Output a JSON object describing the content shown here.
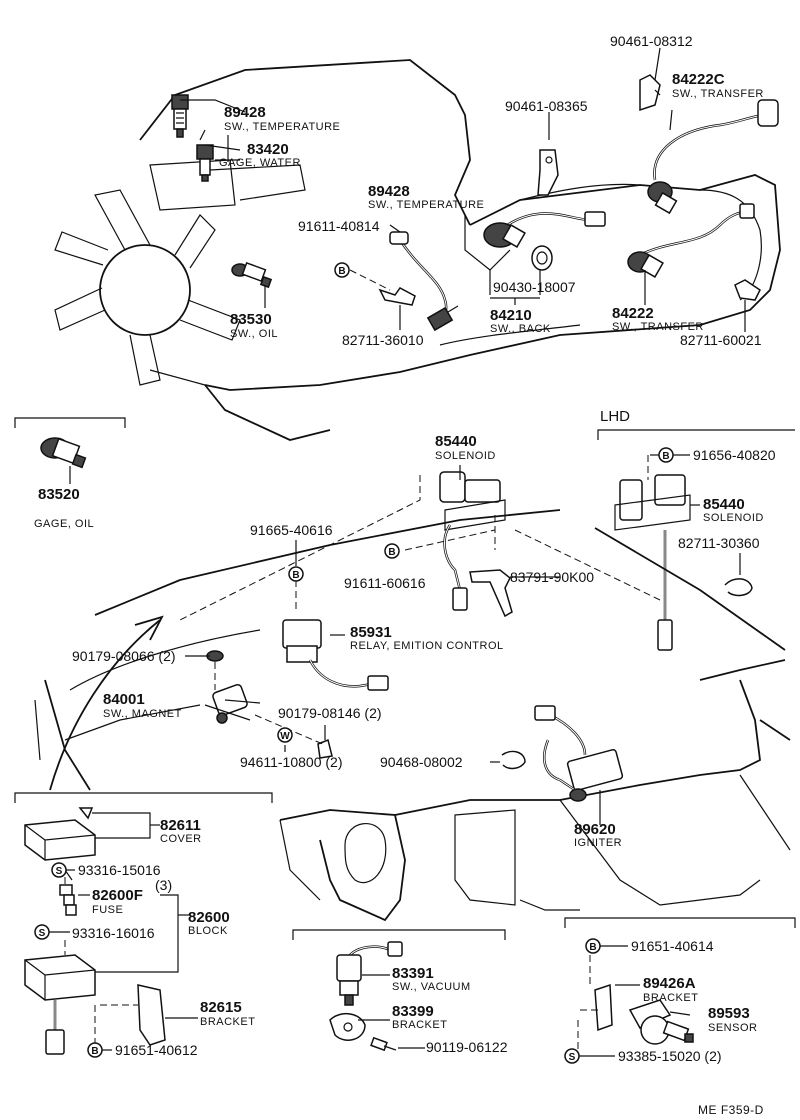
{
  "parts": {
    "p1": {
      "num": "90461-08312"
    },
    "p2": {
      "num": "84222C",
      "desc": "SW., TRANSFER"
    },
    "p3": {
      "num": "89428",
      "desc": "SW., TEMPERATURE"
    },
    "p4": {
      "num": "83420",
      "desc": "GAGE, WATER"
    },
    "p5": {
      "num": "90461-08365"
    },
    "p6": {
      "num": "89428",
      "desc": "SW., TEMPERATURE"
    },
    "p7": {
      "num": "91611-40814"
    },
    "p8": {
      "num": "83530",
      "desc": "SW., OIL"
    },
    "p9": {
      "num": "90430-18007"
    },
    "p10": {
      "num": "84210",
      "desc": "SW., BACK"
    },
    "p11": {
      "num": "84222",
      "desc": "SW., TRANSFER"
    },
    "p12": {
      "num": "82711-36010"
    },
    "p13": {
      "num": "82711-60021"
    },
    "p14": {
      "num": "83520",
      "desc": "GAGE, OIL"
    },
    "p15": {
      "num": "85440",
      "desc": "SOLENOID"
    },
    "p16": {
      "num": "91656-40820"
    },
    "p17": {
      "num": "85440",
      "desc": "SOLENOID"
    },
    "p18": {
      "num": "91665-40616"
    },
    "p19": {
      "num": "82711-30360"
    },
    "p20": {
      "num": "91611-60616"
    },
    "p21": {
      "num": "83791-90K00"
    },
    "p22": {
      "num": "85931",
      "desc": "RELAY, EMITION CONTROL"
    },
    "p23": {
      "num": "90179-08066 (2)"
    },
    "p24": {
      "num": "84001",
      "desc": "SW., MAGNET"
    },
    "p25": {
      "num": "90179-08146 (2)"
    },
    "p26": {
      "num": "94611-10800 (2)"
    },
    "p27": {
      "num": "90468-08002"
    },
    "p28": {
      "num": "89620",
      "desc": "IGNITER"
    },
    "p29": {
      "num": "82611",
      "desc": "COVER"
    },
    "p30": {
      "num": "93316-15016"
    },
    "p31": {
      "num": "82600F",
      "desc": "FUSE",
      "qty": "(3)"
    },
    "p32": {
      "num": "82600",
      "desc": "BLOCK"
    },
    "p33": {
      "num": "93316-16016"
    },
    "p34": {
      "num": "82615",
      "desc": "BRACKET"
    },
    "p35": {
      "num": "91651-40612"
    },
    "p36": {
      "num": "83391",
      "desc": "SW., VACUUM"
    },
    "p37": {
      "num": "83399",
      "desc": "BRACKET"
    },
    "p38": {
      "num": "90119-06122"
    },
    "p39": {
      "num": "91651-40614"
    },
    "p40": {
      "num": "89426A",
      "desc": "BRACKET"
    },
    "p41": {
      "num": "89593",
      "desc": "SENSOR"
    },
    "p42": {
      "num": "93385-15020 (2)"
    }
  },
  "section_lhd": "LHD",
  "symbols": {
    "b": "B",
    "s": "S",
    "w": "W"
  },
  "footer": "ME  F359-D"
}
